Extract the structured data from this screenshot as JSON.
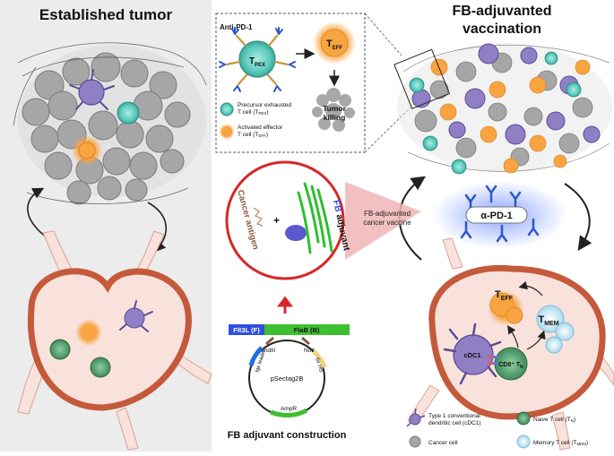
{
  "left_panel": {
    "title": "Established tumor"
  },
  "right_panel": {
    "title_line1": "FB-adjuvanted",
    "title_line2": "vaccination",
    "antibody_label": "α-PD-1"
  },
  "inset": {
    "anti_pd1_label": "Anti-PD-1",
    "tpex_label": "T",
    "tpex_sub": "PEX",
    "teff_label": "T",
    "teff_sub": "EFF",
    "tumor_killing": "Tumor killing",
    "legend_precursor_line1": "Precursor exhausted",
    "legend_precursor_line2": "T cell (T",
    "legend_precursor_sub": "PEX",
    "legend_activated_line1": "Activated effector",
    "legend_activated_line2": "T cell (T",
    "legend_activated_sub": "EFF"
  },
  "vaccine": {
    "cancer_antigen": "Cancer antigen",
    "fb_letters": "FB",
    "adjuvant_word": "adjuvant",
    "plus": "+",
    "callout_line1": "FB-adjuvanted",
    "callout_line2": "cancer vaccine"
  },
  "construct": {
    "flt3l": "Flt3L (F)",
    "flab": "FlaB (B)",
    "hindiii": "HindIII",
    "noti": "NotI",
    "igk_leader": "Igκ leader",
    "six_his": "6x His",
    "plasmid": "pSectag2B",
    "ampr": "AmpR",
    "caption": "FB adjuvant construction"
  },
  "lymph_node": {
    "teff_label": "T",
    "teff_sub": "EFF",
    "tmem_label": "T",
    "tmem_sub": "MEM",
    "cdc1_label": "cDC1",
    "cd8_label": "CD8⁺ T",
    "cd8_sub": "N"
  },
  "legend": {
    "cdc1_line1": "Type 1 conventional",
    "cdc1_line2": "dendritic cell (cDC1)",
    "naive_label": "Naive T cell (T",
    "naive_sub": "N",
    "cancer_label": "Cancer cell",
    "memory_label": "Memory T cell (T",
    "memory_sub": "MEM"
  },
  "colors": {
    "left_bg": "#ececec",
    "cancer_cell": "#a6a6a6",
    "tpex": "#5ccbbd",
    "teff": "#f8a441",
    "dc": "#8f7fc4",
    "naive": "#4f9a6c",
    "memory": "#b5e1f3",
    "lymph_node_fill": "#f9e2dc",
    "lymph_node_rim": "#c45a3b",
    "flt3l_bar": "#2f4fe0",
    "flab_bar": "#3fbf2f",
    "callout": "#f0b5b5",
    "antibody": "#2f57c9"
  }
}
